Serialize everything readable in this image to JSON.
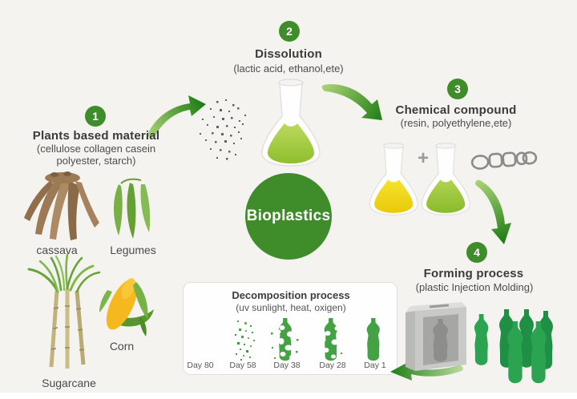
{
  "colors": {
    "background": "#f5f3ef",
    "accent_green": "#3f8c2a",
    "arrow_dark": "#1e7d15",
    "arrow_light": "#a8d173",
    "bottle_green": "#2ba351",
    "decomp_bottle_green": "#44a244",
    "liquid_green": "#9fc838",
    "liquid_yellow": "#f0d414",
    "mold_gray": "#c9c9c7",
    "text_dark": "#3b3b3b",
    "text_body": "#4c4c4c"
  },
  "center": {
    "label": "Bioplastics"
  },
  "steps": [
    {
      "number": "1",
      "title": "Plants based material",
      "subtitle": "(cellulose collagen casein polyester, starch)"
    },
    {
      "number": "2",
      "title": "Dissolution",
      "subtitle": "(lactic acid, ethanol,ete)"
    },
    {
      "number": "3",
      "title": "Chemical compound",
      "subtitle": "(resin, polyethylene,ete)",
      "plus": "+"
    },
    {
      "number": "4",
      "title": "Forming process",
      "subtitle": "(plastic Injection Molding)"
    }
  ],
  "plants": {
    "cassava": "cassava",
    "legumes": "Legumes",
    "sugarcane": "Sugarcane",
    "corn": "Corn"
  },
  "decomposition": {
    "title": "Decomposition process",
    "subtitle": "(uv sunlight, heat, oxigen)",
    "days": [
      "Day 80",
      "Day 58",
      "Day 38",
      "Day 28",
      "Day 1"
    ]
  },
  "icons": {
    "cassava-icon": "brown root bundle",
    "legumes-icon": "green bean pods",
    "sugarcane-icon": "cane stalks with leaf fan",
    "corn-icon": "corn cob with husk",
    "particles-icon": "ground pellet scatter",
    "flask-icon": "erlenmeyer flask",
    "polymer-chain-icon": "linked monomer chain",
    "injection-mold-icon": "bottle mold block",
    "bottles-icon": "molded green bottles",
    "curved-arrow-icon": "green process arrow"
  }
}
